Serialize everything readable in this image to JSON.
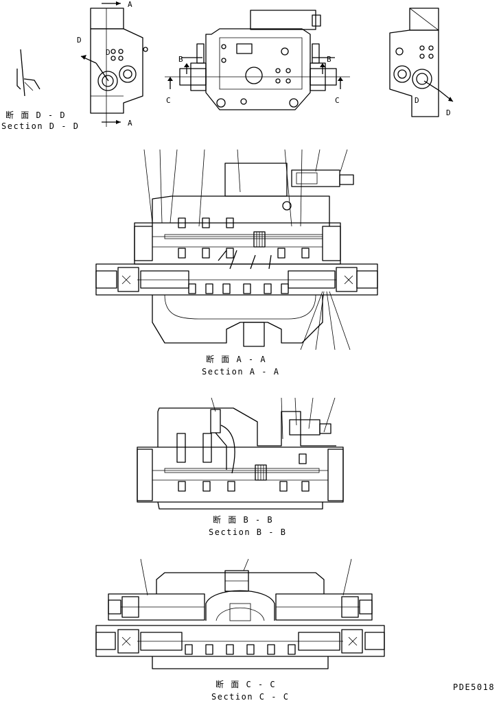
{
  "section_dd": {
    "jp": "断 面 D - D",
    "en": "Section D - D"
  },
  "section_aa": {
    "jp": "断 面 A - A",
    "en": "Section A - A"
  },
  "section_bb": {
    "jp": "断 面 B - B",
    "en": "Section B - B"
  },
  "section_cc": {
    "jp": "断 面 C - C",
    "en": "Section C - C"
  },
  "drawing_code": "PDE5018",
  "markers": {
    "a": "A",
    "b": "B",
    "c": "C",
    "d": "D"
  }
}
